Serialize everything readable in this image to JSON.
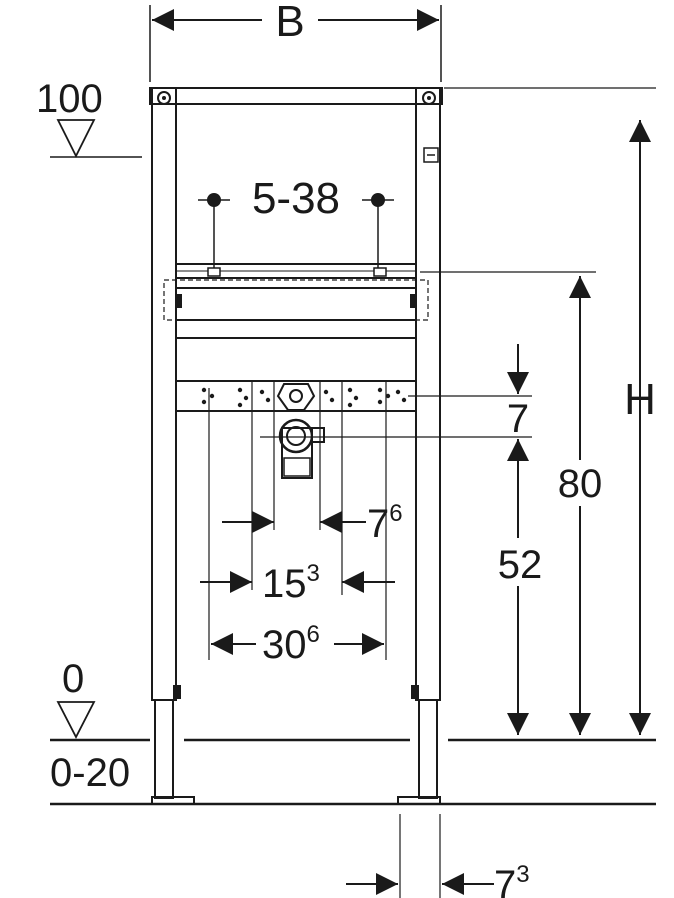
{
  "labels": {
    "width": "B",
    "height": "H",
    "level_top": "100",
    "level_zero": "0",
    "floor_range": "0-20",
    "outlet_range": "5-38",
    "dim_80": "80",
    "dim_52": "52",
    "dim_7": "7",
    "dim_7_6": {
      "main": "7",
      "sup": "6"
    },
    "dim_15_3": {
      "main": "15",
      "sup": "3"
    },
    "dim_30_6": {
      "main": "30",
      "sup": "6"
    },
    "dim_7_3": {
      "main": "7",
      "sup": "3"
    }
  },
  "colors": {
    "line": "#1a1a1a",
    "background": "#ffffff"
  }
}
